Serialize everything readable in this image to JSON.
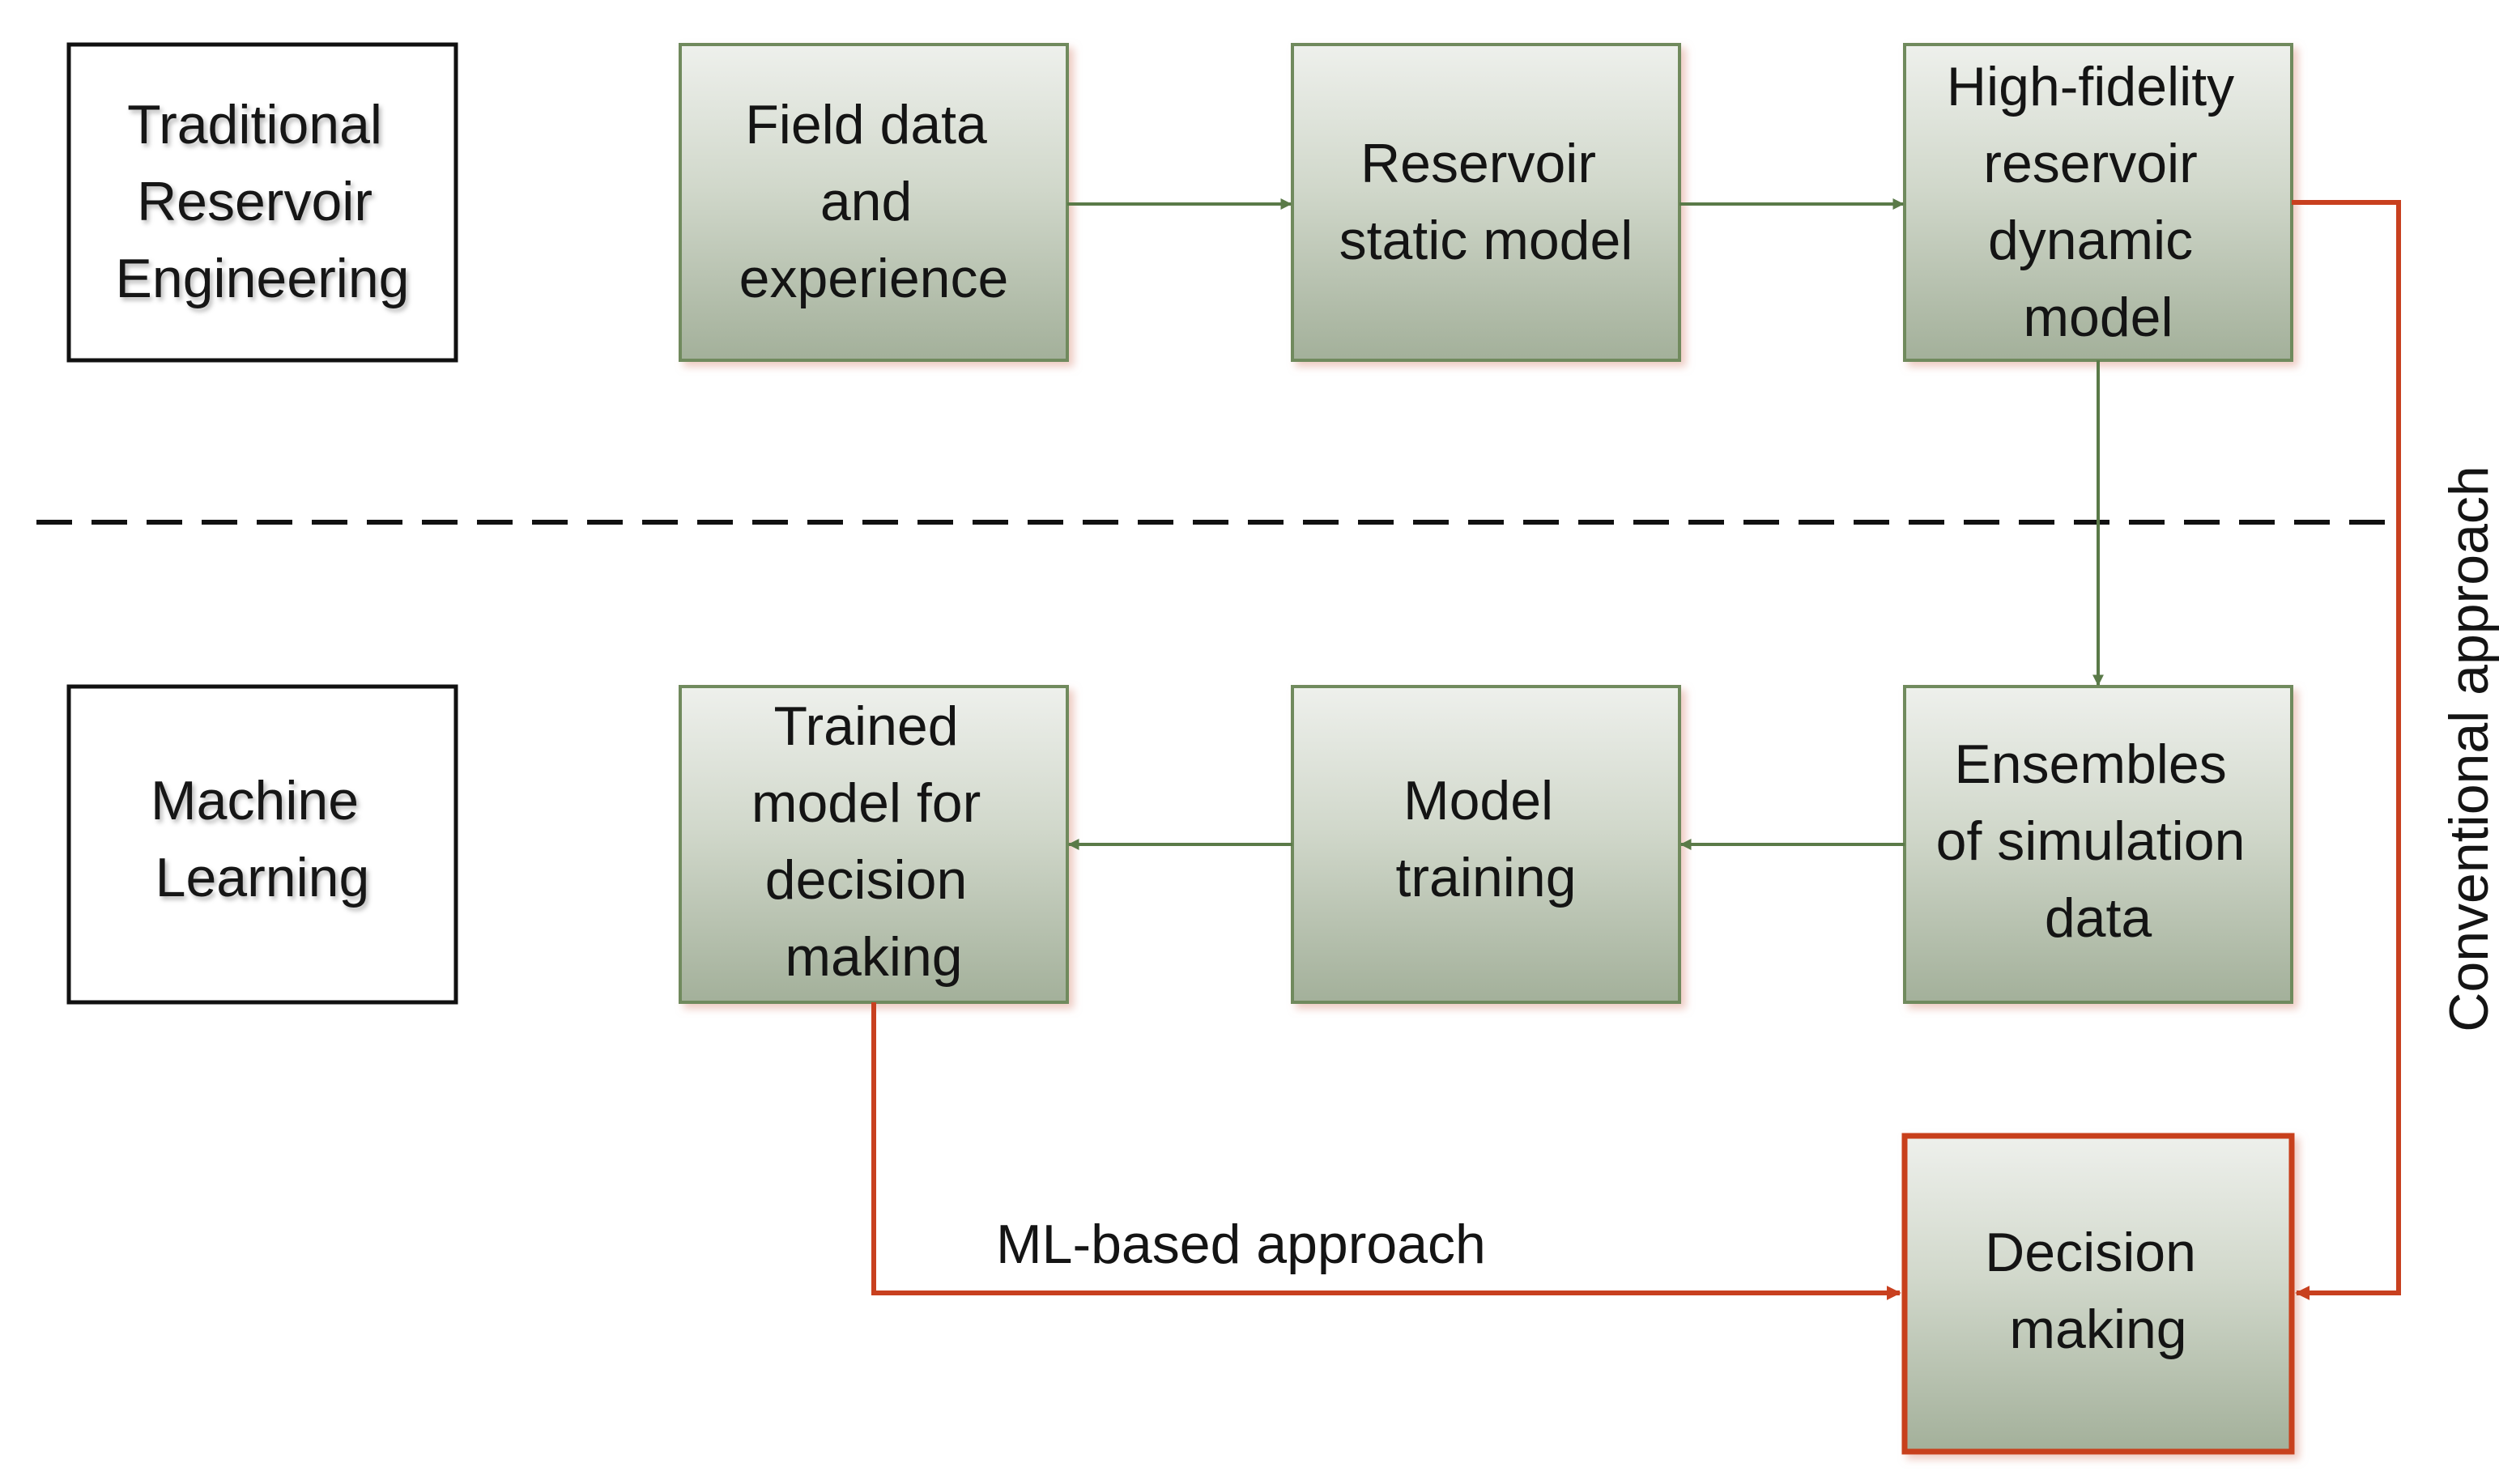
{
  "sections": {
    "traditional": [
      "Traditional",
      "Reservoir",
      "Engineering"
    ],
    "ml": [
      "Machine",
      "Learning"
    ]
  },
  "boxes": {
    "field_data": [
      "Field data",
      "and",
      "experience"
    ],
    "static_model": [
      "Reservoir",
      "static model"
    ],
    "dynamic_model": [
      "High-fidelity",
      "reservoir",
      "dynamic",
      "model"
    ],
    "ensembles": [
      "Ensembles",
      "of simulation",
      "data"
    ],
    "model_training": [
      "Model",
      "training"
    ],
    "trained_model": [
      "Trained",
      "model for",
      "decision",
      "making"
    ],
    "decision_making": [
      "Decision",
      "making"
    ]
  },
  "labels": {
    "ml_approach": "ML-based approach",
    "conventional_approach": "Conventional approach"
  },
  "colors": {
    "box_fill_top": "#e9ece6",
    "box_fill_bottom": "#a7b49e",
    "box_border": "#6f8a5d",
    "green_arrow": "#5a7a48",
    "red_arrow": "#c8401f",
    "divider": "#111111"
  }
}
